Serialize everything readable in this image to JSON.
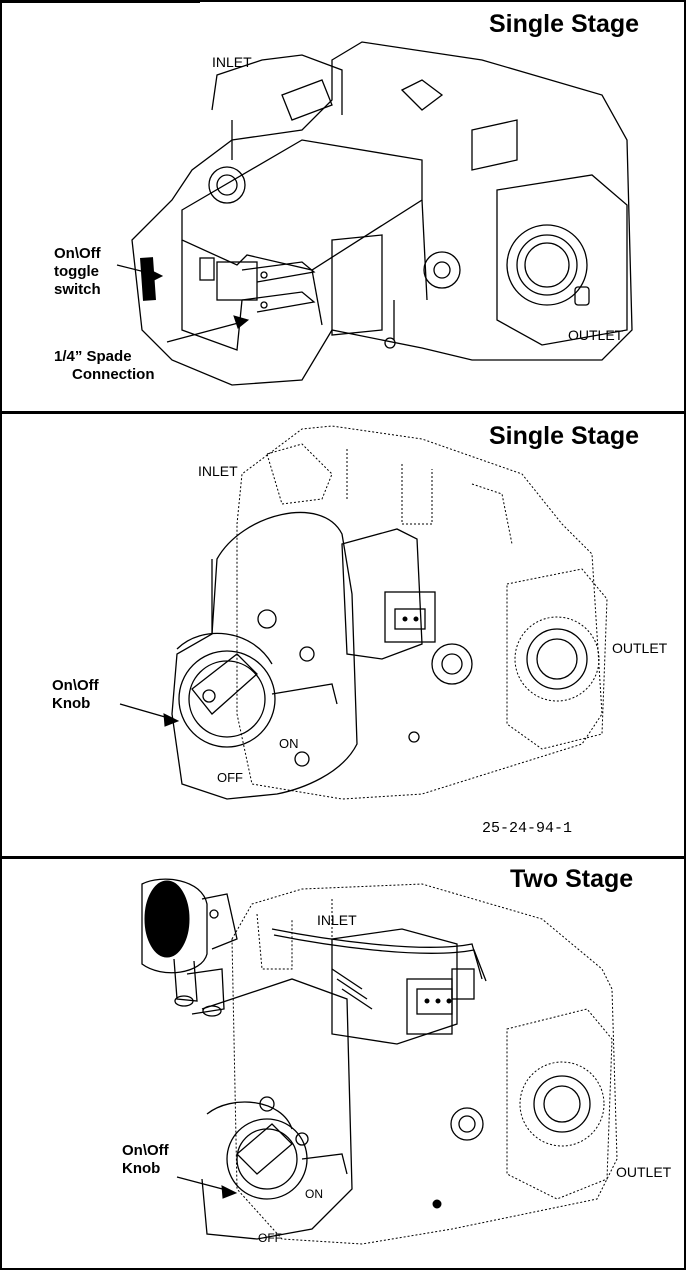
{
  "panels": [
    {
      "title": "Single Stage",
      "inlet": "INLET",
      "outlet": "OUTLET",
      "callouts": {
        "toggle": [
          "On\\Off",
          "toggle",
          "switch"
        ],
        "spade": [
          "1/4” Spade",
          "Connection"
        ]
      }
    },
    {
      "title": "Single Stage",
      "inlet": "INLET",
      "outlet": "OUTLET",
      "callouts": {
        "knob": [
          "On\\Off",
          "Knob"
        ]
      },
      "knob_on": "ON",
      "knob_off": "OFF",
      "part_number": "25-24-94-1"
    },
    {
      "title": "Two Stage",
      "inlet": "INLET",
      "outlet": "OUTLET",
      "callouts": {
        "knob": [
          "On\\Off",
          "Knob"
        ]
      },
      "knob_on": "ON",
      "knob_off": "OFF"
    }
  ]
}
